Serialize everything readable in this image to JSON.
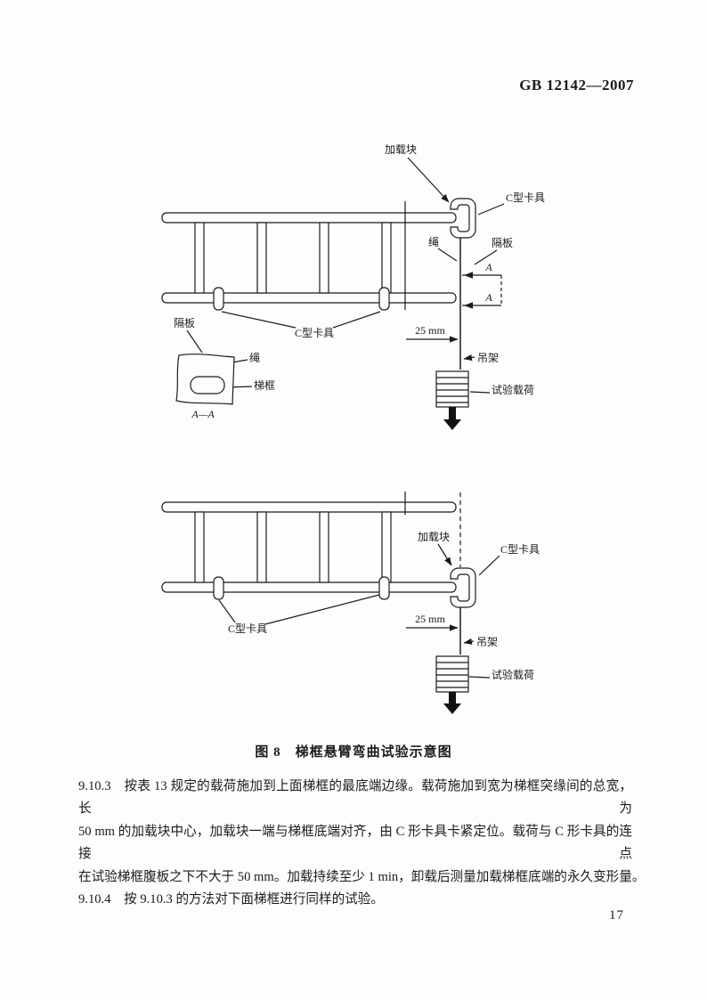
{
  "header": {
    "standard_code": "GB 12142—2007"
  },
  "figure": {
    "caption": "图 8　梯框悬臂弯曲试验示意图",
    "top": {
      "labels": {
        "loading_block": "加载块",
        "c_clamp_right": "C型卡具",
        "rope": "绳",
        "partition_right": "隔板",
        "section_arrow_a_upper": "A",
        "section_arrow_a_lower": "A",
        "dim_25mm": "25 mm",
        "hanger": "吊架",
        "test_load": "试验载荷",
        "partition_left": "隔板",
        "rope_detail": "绳",
        "ladder_frame": "梯框",
        "section_title": "A—A",
        "c_clamps_bottom": "C型卡具"
      }
    },
    "bottom": {
      "labels": {
        "loading_block": "加载块",
        "c_clamp_right": "C型卡具",
        "dim_25mm": "25 mm",
        "hanger": "吊架",
        "test_load": "试验载荷",
        "c_clamps_bottom": "C型卡具"
      }
    }
  },
  "body": {
    "lines": [
      "9.10.3　按表 13 规定的载荷施加到上面梯框的最底端边缘。载荷施加到宽为梯框突缘间的总宽，长为",
      "50 mm 的加载块中心，加载块一端与梯框底端对齐，由 C 形卡具卡紧定位。载荷与 C 形卡具的连接点",
      "在试验梯框腹板之下不大于 50 mm。加载持续至少 1 min，卸载后测量加载梯框底端的永久变形量。",
      "9.10.4　按 9.10.3 的方法对下面梯框进行同样的试验。"
    ]
  },
  "footer": {
    "page_number": "17"
  }
}
